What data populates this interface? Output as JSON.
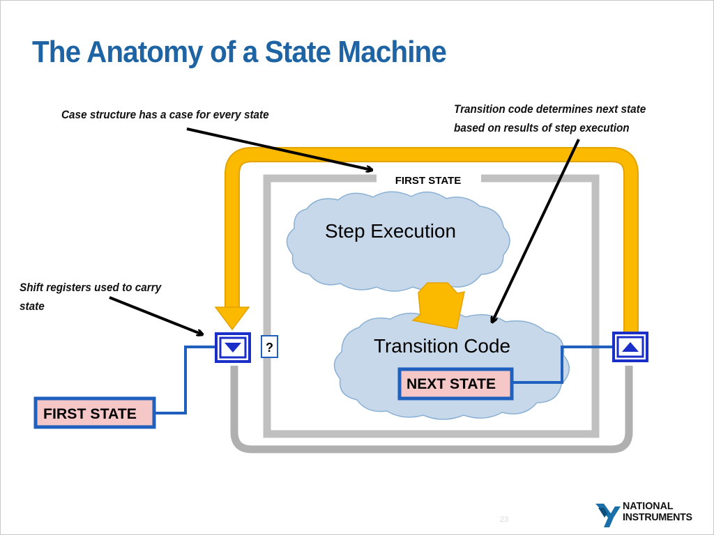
{
  "slide": {
    "title": "The Anatomy of a State Machine",
    "page_number": "23"
  },
  "callouts": {
    "case_structure": "Case structure has a case for every state",
    "transition_code_line1": "Transition code determines next state",
    "transition_code_line2": "based on results of step execution",
    "shift_registers_line1": "Shift registers used to carry",
    "shift_registers_line2": "state"
  },
  "diagram": {
    "case_selector_label": "FIRST STATE",
    "step_execution_label": "Step Execution",
    "transition_code_label": "Transition Code",
    "next_state_constant": "NEXT STATE",
    "first_state_constant": "FIRST STATE",
    "case_terminal_symbol": "?"
  },
  "logo": {
    "line1": "NATIONAL",
    "line2": "INSTRUMENTS"
  },
  "colors": {
    "title": "#1e63a3",
    "loop_wire": "#fbb900",
    "case_frame": "#c0c0c0",
    "cloud_fill": "#c7d8ea",
    "enum_wire": "#1f5fbd",
    "enum_fill": "#f6c7c7",
    "shift_register": "#1a2ec8",
    "arrow": "#000000"
  },
  "icons": [
    "shift-register-down-icon",
    "shift-register-up-icon",
    "national-instruments-eagle-icon"
  ]
}
